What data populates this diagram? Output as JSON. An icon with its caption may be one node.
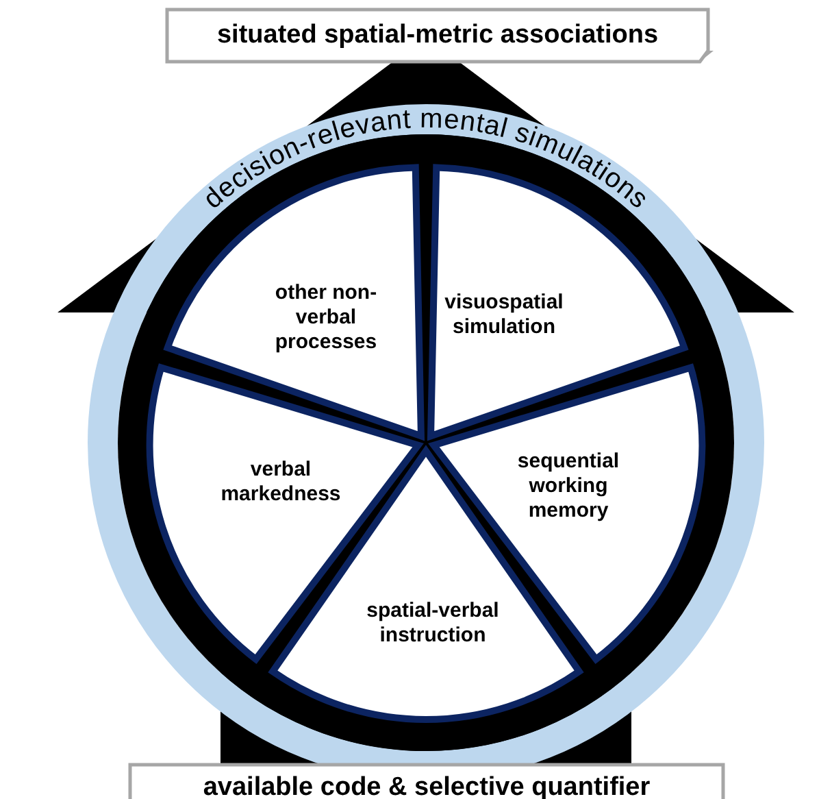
{
  "diagram": {
    "nodes": [
      {
        "text": [
          "situated spatial-metric associations"
        ]
      },
      {
        "text": [
          "decision-relevant mental simulations"
        ]
      },
      {
        "text": [
          "other non-verbal processes"
        ],
        "in": 1
      },
      {
        "text": [
          "visuospatial simulation"
        ],
        "in": 1
      },
      {
        "text": [
          "verbal markedness"
        ],
        "in": 1
      },
      {
        "text": [
          "sequential working memory"
        ],
        "in": 1
      },
      {
        "text": [
          "spatial-verbal instruction"
        ],
        "in": 1
      },
      {
        "text": [
          "available code & selective quantifier"
        ]
      }
    ],
    "edges": [
      {
        "from": 7,
        "to": 0,
        "arrow": "to",
        "style": "thick"
      }
    ]
  }
}
